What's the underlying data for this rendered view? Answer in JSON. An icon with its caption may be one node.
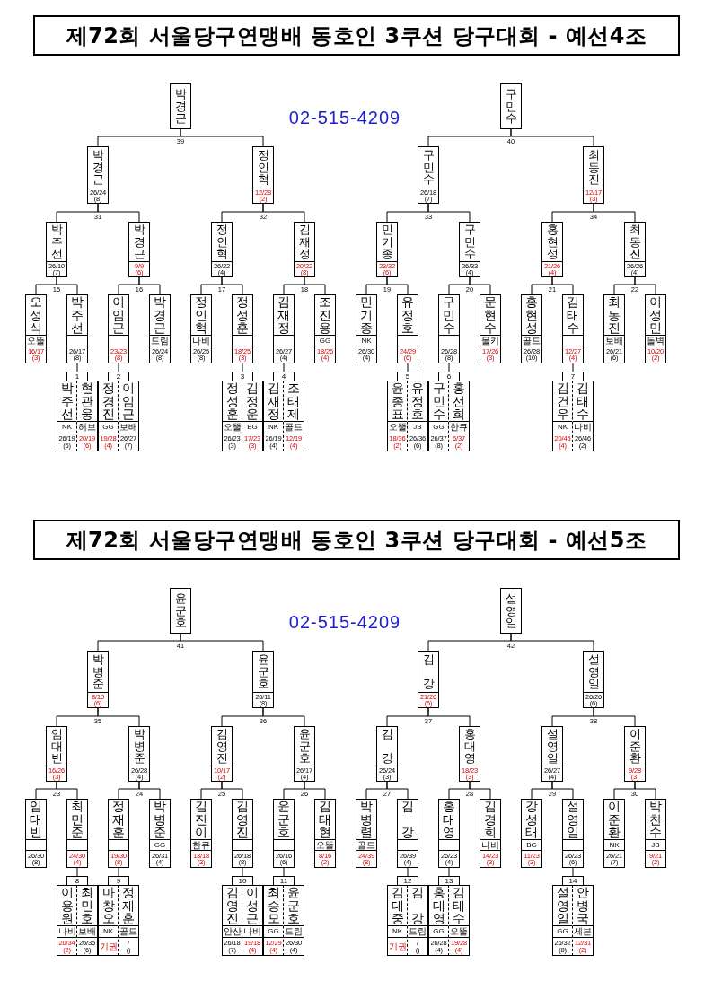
{
  "diagram": {
    "nodes": [
      {
        "text": [
          "제72회 서울당구연맹배 동호인 3쿠션 당구대회 - 예선4조"
        ]
      },
      {
        "text": [
          "박경근"
        ]
      },
      {
        "text": [
          "구민수"
        ]
      },
      {
        "text": [
          "박경근",
          "26/24 (8)"
        ]
      },
      {
        "text": [
          "정인혁",
          "12/28 (2)"
        ]
      },
      {
        "text": [
          "구민수",
          "26/18 (7)"
        ]
      },
      {
        "text": [
          "최동진",
          "12/17 (3)"
        ]
      },
      {
        "text": [
          "박주선",
          "26/10 (7)"
        ]
      },
      {
        "text": [
          "박경근",
          "9/9 (6)"
        ]
      },
      {
        "text": [
          "정인혁",
          "26/22 (4)"
        ]
      },
      {
        "text": [
          "김재정",
          "20/22 (8)"
        ]
      },
      {
        "text": [
          "민기종",
          "23/32 (6)"
        ]
      },
      {
        "text": [
          "구민수",
          "26/33 (4)"
        ]
      },
      {
        "text": [
          "홍현성",
          "21/26 (4)"
        ]
      },
      {
        "text": [
          "최동진",
          "26/26 (4)"
        ]
      },
      {
        "text": [
          "오성식",
          "오뚤",
          "16/17 (3)"
        ]
      },
      {
        "text": [
          "박주선",
          "26/17 (8)"
        ]
      },
      {
        "text": [
          "이임근",
          "23/23 (8)"
        ]
      },
      {
        "text": [
          "박경근",
          "드림",
          "26/24 (8)"
        ]
      },
      {
        "text": [
          "정인혁",
          "나비",
          "26/25 (8)"
        ]
      },
      {
        "text": [
          "정성훈",
          "18/25 (3)"
        ]
      },
      {
        "text": [
          "김재정",
          "26/27 (4)"
        ]
      },
      {
        "text": [
          "조진용",
          "GG",
          "18/26 (4)"
        ]
      },
      {
        "text": [
          "민기종",
          "NK",
          "26/30 (4)"
        ]
      },
      {
        "text": [
          "유정호",
          "24/29 (6)"
        ]
      },
      {
        "text": [
          "구민수",
          "26/28 (8)"
        ]
      },
      {
        "text": [
          "문현수",
          "물키",
          "17/26 (3)"
        ]
      },
      {
        "text": [
          "홍현성",
          "골드",
          "26/28 (10)"
        ]
      },
      {
        "text": [
          "김태수",
          "12/27 (4)"
        ]
      },
      {
        "text": [
          "최동진",
          "보배",
          "26/21 (6)"
        ]
      },
      {
        "text": [
          "이성민",
          "돌벽",
          "10/20 (2)"
        ]
      },
      {
        "text": [
          "1"
        ]
      },
      {
        "text": [
          "박주선",
          "NK",
          "26/19 (6)"
        ]
      },
      {
        "text": [
          "현관웅",
          "허브",
          "20/19 (6)"
        ]
      },
      {
        "text": [
          "2"
        ]
      },
      {
        "text": [
          "정경진",
          "GG",
          "19/28 (4)"
        ]
      },
      {
        "text": [
          "이임근",
          "보배",
          "26/27 (7)"
        ]
      },
      {
        "text": [
          "3"
        ]
      },
      {
        "text": [
          "정성훈",
          "오뚤",
          "26/23 (3)"
        ]
      },
      {
        "text": [
          "김정운",
          "BG",
          "17/23 (3)"
        ]
      },
      {
        "text": [
          "4"
        ]
      },
      {
        "text": [
          "김재정",
          "NK",
          "26/19 (4)"
        ]
      },
      {
        "text": [
          "조태제",
          "골드",
          "12/19 (4)"
        ]
      },
      {
        "text": [
          "5"
        ]
      },
      {
        "text": [
          "윤종표",
          "오뚤",
          "18/36 (2)"
        ]
      },
      {
        "text": [
          "유정호",
          "JB",
          "26/36 (6)"
        ]
      },
      {
        "text": [
          "6"
        ]
      },
      {
        "text": [
          "구민수",
          "GG",
          "26/37 (8)"
        ]
      },
      {
        "text": [
          "홍선희",
          "한큐",
          "6/37 (2)"
        ]
      },
      {
        "text": [
          "7"
        ]
      },
      {
        "text": [
          "김건우",
          "NK",
          "20/45 (4)"
        ]
      },
      {
        "text": [
          "김태수",
          "나비",
          "26/46 (2)"
        ]
      },
      {
        "text": [
          "제72회 서울당구연맹배 동호인 3쿠션 당구대회 - 예선5조"
        ]
      },
      {
        "text": [
          "윤군호"
        ]
      },
      {
        "text": [
          "설영일"
        ]
      },
      {
        "text": [
          "박병준",
          "8/10 (6)"
        ]
      },
      {
        "text": [
          "윤군호",
          "26/11 (8)"
        ]
      },
      {
        "text": [
          "김 강",
          "21/26 (6)"
        ]
      },
      {
        "text": [
          "설영일",
          "26/26 (6)"
        ]
      },
      {
        "text": [
          "임대빈",
          "16/26 (3)"
        ]
      },
      {
        "text": [
          "박병준",
          "26/28 (4)"
        ]
      },
      {
        "text": [
          "김영진",
          "10/17 (2)"
        ]
      },
      {
        "text": [
          "윤군호",
          "26/17 (4)"
        ]
      },
      {
        "text": [
          "김 강",
          "26/24 (3)"
        ]
      },
      {
        "text": [
          "홍대영",
          "18/23 (3)"
        ]
      },
      {
        "text": [
          "설영일",
          "26/27 (4)"
        ]
      },
      {
        "text": [
          "이준환",
          "9/28 (3)"
        ]
      },
      {
        "text": [
          "임대빈",
          "26/30 (8)"
        ]
      },
      {
        "text": [
          "최민준",
          "24/30 (4)"
        ]
      },
      {
        "text": [
          "정재훈",
          "19/30 (8)"
        ]
      },
      {
        "text": [
          "박병준",
          "GG",
          "26/31 (4)"
        ]
      },
      {
        "text": [
          "김진이",
          "한큐",
          "13/18 (3)"
        ]
      },
      {
        "text": [
          "김영진",
          "26/18 (8)"
        ]
      },
      {
        "text": [
          "윤군호",
          "26/16 (6)"
        ]
      },
      {
        "text": [
          "김태현",
          "오뚤",
          "8/16 (2)"
        ]
      },
      {
        "text": [
          "박병렬",
          "골드",
          "24/39 (8)"
        ]
      },
      {
        "text": [
          "김 강",
          "26/39 (4)"
        ]
      },
      {
        "text": [
          "홍대영",
          "26/23 (4)"
        ]
      },
      {
        "text": [
          "김경희",
          "나비",
          "14/23 (3)"
        ]
      },
      {
        "text": [
          "강성태",
          "BG",
          "11/23 (3)"
        ]
      },
      {
        "text": [
          "설영일",
          "26/23 (6)"
        ]
      },
      {
        "text": [
          "이준환",
          "NK",
          "26/21 (7)"
        ]
      },
      {
        "text": [
          "박찬수",
          "JB",
          "9/21 (2)"
        ]
      },
      {
        "text": [
          "8"
        ]
      },
      {
        "text": [
          "이용원",
          "나비",
          "20/34 (2)"
        ]
      },
      {
        "text": [
          "최민호",
          "보배",
          "26/35 (6)"
        ]
      },
      {
        "text": [
          "9"
        ]
      },
      {
        "text": [
          "마창오",
          "NK",
          "기권"
        ]
      },
      {
        "text": [
          "정재훈",
          "골드",
          "/ ()"
        ]
      },
      {
        "text": [
          "10"
        ]
      },
      {
        "text": [
          "김영진",
          "안산",
          "26/18 (7)"
        ]
      },
      {
        "text": [
          "이성근",
          "나비",
          "19/18 (4)"
        ]
      },
      {
        "text": [
          "11"
        ]
      },
      {
        "text": [
          "최승모",
          "GG",
          "12/29 (4)"
        ]
      },
      {
        "text": [
          "윤군호",
          "드림",
          "26/30 (4)"
        ]
      },
      {
        "text": [
          "12"
        ]
      },
      {
        "text": [
          "김대중",
          "NK",
          "기권"
        ]
      },
      {
        "text": [
          "김 강",
          "드림",
          "/ ()"
        ]
      },
      {
        "text": [
          "13"
        ]
      },
      {
        "text": [
          "홍대영",
          "GG",
          "26/28 (4)"
        ]
      },
      {
        "text": [
          "김태수",
          "오뚤",
          "19/28 (4)"
        ]
      },
      {
        "text": [
          "14"
        ]
      },
      {
        "text": [
          "설영일",
          "GG",
          "26/32 (8)"
        ]
      },
      {
        "text": [
          "안병국",
          "세븐",
          "12/31 (2)"
        ]
      }
    ],
    "edges": [
      {
        "from": 1,
        "to": 3,
        "arrow": "none",
        "label": "39"
      },
      {
        "from": 1,
        "to": 4,
        "arrow": "none"
      },
      {
        "from": 2,
        "to": 5,
        "arrow": "none",
        "label": "40"
      },
      {
        "from": 2,
        "to": 6,
        "arrow": "none"
      },
      {
        "from": 3,
        "to": 7,
        "arrow": "none",
        "label": "31"
      },
      {
        "from": 3,
        "to": 8,
        "arrow": "none"
      },
      {
        "from": 4,
        "to": 9,
        "arrow": "none",
        "label": "32"
      },
      {
        "from": 4,
        "to": 10,
        "arrow": "none"
      },
      {
        "from": 5,
        "to": 11,
        "arrow": "none",
        "label": "33"
      },
      {
        "from": 5,
        "to": 12,
        "arrow": "none"
      },
      {
        "from": 6,
        "to": 13,
        "arrow": "none",
        "label": "34"
      },
      {
        "from": 6,
        "to": 14,
        "arrow": "none"
      },
      {
        "from": 7,
        "to": 15,
        "arrow": "none",
        "label": "15"
      },
      {
        "from": 7,
        "to": 16,
        "arrow": "none"
      },
      {
        "from": 8,
        "to": 17,
        "arrow": "none",
        "label": "16"
      },
      {
        "from": 8,
        "to": 18,
        "arrow": "none"
      },
      {
        "from": 9,
        "to": 19,
        "arrow": "none",
        "label": "17"
      },
      {
        "from": 9,
        "to": 20,
        "arrow": "none"
      },
      {
        "from": 10,
        "to": 21,
        "arrow": "none",
        "label": "18"
      },
      {
        "from": 10,
        "to": 22,
        "arrow": "none"
      },
      {
        "from": 11,
        "to": 23,
        "arrow": "none",
        "label": "19"
      },
      {
        "from": 11,
        "to": 24,
        "arrow": "none"
      },
      {
        "from": 12,
        "to": 25,
        "arrow": "none",
        "label": "20"
      },
      {
        "from": 12,
        "to": 26,
        "arrow": "none"
      },
      {
        "from": 13,
        "to": 27,
        "arrow": "none",
        "label": "21"
      },
      {
        "from": 13,
        "to": 28,
        "arrow": "none"
      },
      {
        "from": 14,
        "to": 29,
        "arrow": "none",
        "label": "22"
      },
      {
        "from": 14,
        "to": 30,
        "arrow": "none"
      },
      {
        "from": 16,
        "to": 31,
        "arrow": "none"
      },
      {
        "from": 17,
        "to": 34,
        "arrow": "none"
      },
      {
        "from": 20,
        "to": 37,
        "arrow": "none"
      },
      {
        "from": 21,
        "to": 40,
        "arrow": "none"
      },
      {
        "from": 24,
        "to": 43,
        "arrow": "none"
      },
      {
        "from": 25,
        "to": 46,
        "arrow": "none"
      },
      {
        "from": 28,
        "to": 49,
        "arrow": "none"
      },
      {
        "from": 53,
        "to": 55,
        "arrow": "none",
        "label": "41"
      },
      {
        "from": 53,
        "to": 56,
        "arrow": "none"
      },
      {
        "from": 54,
        "to": 57,
        "arrow": "none",
        "label": "42"
      },
      {
        "from": 54,
        "to": 58,
        "arrow": "none"
      },
      {
        "from": 55,
        "to": 59,
        "arrow": "none",
        "label": "35"
      },
      {
        "from": 55,
        "to": 60,
        "arrow": "none"
      },
      {
        "from": 56,
        "to": 61,
        "arrow": "none",
        "label": "36"
      },
      {
        "from": 56,
        "to": 62,
        "arrow": "none"
      },
      {
        "from": 57,
        "to": 63,
        "arrow": "none",
        "label": "37"
      },
      {
        "from": 57,
        "to": 64,
        "arrow": "none"
      },
      {
        "from": 58,
        "to": 65,
        "arrow": "none",
        "label": "38"
      },
      {
        "from": 58,
        "to": 66,
        "arrow": "none"
      },
      {
        "from": 59,
        "to": 67,
        "arrow": "none",
        "label": "23"
      },
      {
        "from": 59,
        "to": 68,
        "arrow": "none"
      },
      {
        "from": 60,
        "to": 69,
        "arrow": "none",
        "label": "24"
      },
      {
        "from": 60,
        "to": 70,
        "arrow": "none"
      },
      {
        "from": 61,
        "to": 71,
        "arrow": "none",
        "label": "25"
      },
      {
        "from": 61,
        "to": 72,
        "arrow": "none"
      },
      {
        "from": 62,
        "to": 73,
        "arrow": "none",
        "label": "26"
      },
      {
        "from": 62,
        "to": 74,
        "arrow": "none"
      },
      {
        "from": 63,
        "to": 75,
        "arrow": "none",
        "label": "27"
      },
      {
        "from": 63,
        "to": 76,
        "arrow": "none"
      },
      {
        "from": 64,
        "to": 77,
        "arrow": "none",
        "label": "28"
      },
      {
        "from": 64,
        "to": 78,
        "arrow": "none"
      },
      {
        "from": 65,
        "to": 79,
        "arrow": "none",
        "label": "29"
      },
      {
        "from": 65,
        "to": 80,
        "arrow": "none"
      },
      {
        "from": 66,
        "to": 81,
        "arrow": "none",
        "label": "30"
      },
      {
        "from": 66,
        "to": 82,
        "arrow": "none"
      },
      {
        "from": 68,
        "to": 83,
        "arrow": "none"
      },
      {
        "from": 69,
        "to": 86,
        "arrow": "none"
      },
      {
        "from": 72,
        "to": 89,
        "arrow": "none"
      },
      {
        "from": 73,
        "to": 92,
        "arrow": "none"
      },
      {
        "from": 76,
        "to": 95,
        "arrow": "none"
      },
      {
        "from": 77,
        "to": 98,
        "arrow": "none"
      },
      {
        "from": 80,
        "to": 101,
        "arrow": "none"
      }
    ],
    "labels": [
      "02-515-4209",
      "02-515-4209"
    ]
  }
}
